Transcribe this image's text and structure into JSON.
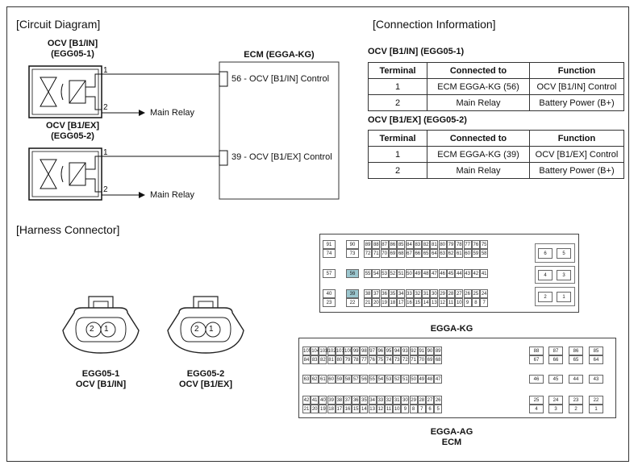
{
  "sections": {
    "circuit": "[Circuit Diagram]",
    "connection": "[Connection Information]",
    "harness": "[Harness Connector]"
  },
  "circuit": {
    "ocv_in": {
      "line1": "OCV [B1/IN]",
      "line2": "(EGG05-1)"
    },
    "ocv_ex": {
      "line1": "OCV [B1/EX]",
      "line2": "(EGG05-2)"
    },
    "ecm_title": "ECM (EGGA-KG)",
    "ecm_pin_in": "56 - OCV [B1/IN] Control",
    "ecm_pin_ex": "39 - OCV [B1/EX] Control",
    "main_relay": "Main Relay",
    "pin1": "1",
    "pin2": "2"
  },
  "connection": {
    "headers": [
      "Terminal",
      "Connected to",
      "Function"
    ],
    "in": {
      "title": "OCV [B1/IN] (EGG05-1)",
      "rows": [
        [
          "1",
          "ECM EGGA-KG (56)",
          "OCV [B1/IN] Control"
        ],
        [
          "2",
          "Main Relay",
          "Battery Power (B+)"
        ]
      ]
    },
    "ex": {
      "title": "OCV [B1/EX] (EGG05-2)",
      "rows": [
        [
          "1",
          "ECM EGGA-KG (39)",
          "OCV [B1/EX] Control"
        ],
        [
          "2",
          "Main Relay",
          "Battery Power (B+)"
        ]
      ]
    }
  },
  "harness": {
    "egg05_1": {
      "line1": "EGG05-1",
      "line2": "OCV [B1/IN]",
      "pin_left": "2",
      "pin_right": "1"
    },
    "egg05_2": {
      "line1": "EGG05-2",
      "line2": "OCV [B1/EX]",
      "pin_left": "2",
      "pin_right": "1"
    },
    "egga_kg": {
      "label": "EGGA-KG",
      "highlighted": [
        "56",
        "39"
      ],
      "highlight_color": "#9cc7cf",
      "row1a": [
        "91",
        "90",
        "89",
        "88",
        "87",
        "86",
        "85",
        "84",
        "83",
        "82",
        "81",
        "80",
        "79",
        "78",
        "77",
        "76",
        "75"
      ],
      "row1b": [
        "74",
        "73",
        "72",
        "71",
        "70",
        "69",
        "68",
        "67",
        "66",
        "65",
        "64",
        "63",
        "62",
        "61",
        "60",
        "59",
        "58"
      ],
      "row2": [
        "57",
        "56",
        "55",
        "54",
        "53",
        "52",
        "51",
        "50",
        "49",
        "48",
        "47",
        "46",
        "45",
        "44",
        "43",
        "42",
        "41"
      ],
      "row3a": [
        "40",
        "39",
        "38",
        "37",
        "36",
        "35",
        "34",
        "33",
        "32",
        "31",
        "30",
        "29",
        "28",
        "27",
        "26",
        "25",
        "24"
      ],
      "row3b": [
        "23",
        "22",
        "21",
        "20",
        "19",
        "18",
        "17",
        "16",
        "15",
        "14",
        "13",
        "12",
        "11",
        "10",
        "9",
        "8",
        "7"
      ],
      "side": [
        [
          "6",
          "5"
        ],
        [
          "4",
          "3"
        ],
        [
          "2",
          "1"
        ]
      ]
    },
    "egga_ag": {
      "label1": "EGGA-AG",
      "label2": "ECM",
      "r1a": [
        "105",
        "104",
        "103",
        "102",
        "101",
        "100",
        "99",
        "98",
        "97",
        "96",
        "95",
        "94",
        "93",
        "92",
        "91",
        "90",
        "89"
      ],
      "r1b": [
        "84",
        "83",
        "82",
        "81",
        "80",
        "79",
        "78",
        "77",
        "76",
        "75",
        "74",
        "73",
        "72",
        "71",
        "70",
        "69",
        "68"
      ],
      "r1s": [
        [
          "88",
          "87",
          "86",
          "85"
        ],
        [
          "67",
          "66",
          "65",
          "64"
        ]
      ],
      "r2": [
        "63",
        "62",
        "61",
        "60",
        "59",
        "58",
        "57",
        "56",
        "55",
        "54",
        "53",
        "52",
        "51",
        "50",
        "49",
        "48",
        "47"
      ],
      "r2s": [
        "46",
        "45",
        "44",
        "43"
      ],
      "r3a": [
        "42",
        "41",
        "40",
        "39",
        "38",
        "37",
        "36",
        "35",
        "34",
        "33",
        "32",
        "31",
        "30",
        "29",
        "28",
        "27",
        "26"
      ],
      "r3b": [
        "21",
        "20",
        "19",
        "18",
        "17",
        "16",
        "15",
        "14",
        "13",
        "12",
        "11",
        "10",
        "9",
        "8",
        "7",
        "6",
        "5"
      ],
      "r3s": [
        [
          "25",
          "24",
          "23",
          "22"
        ],
        [
          "4",
          "3",
          "2",
          "1"
        ]
      ]
    }
  }
}
